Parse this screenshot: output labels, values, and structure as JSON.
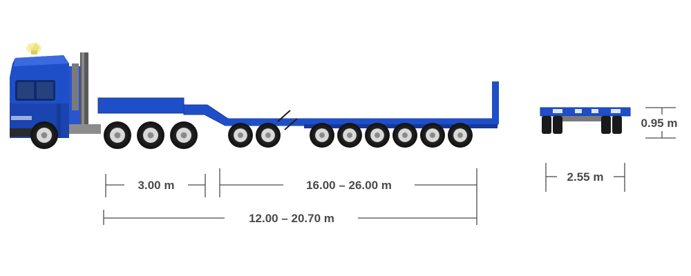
{
  "dimensions": {
    "gooseneck_length": "3.00 m",
    "deck_length": "16.00 – 26.00 m",
    "overall_length": "12.00 – 20.70 m",
    "trailer_width": "2.55 m",
    "loading_height": "0.95 m"
  },
  "colors": {
    "body_blue": "#1f4fc8",
    "dark_blue": "#163a99",
    "tire": "#1a1a1a",
    "hub": "#d9d9d9",
    "dimension_line": "#4a4a4a",
    "beacon": "#f2e98a"
  }
}
